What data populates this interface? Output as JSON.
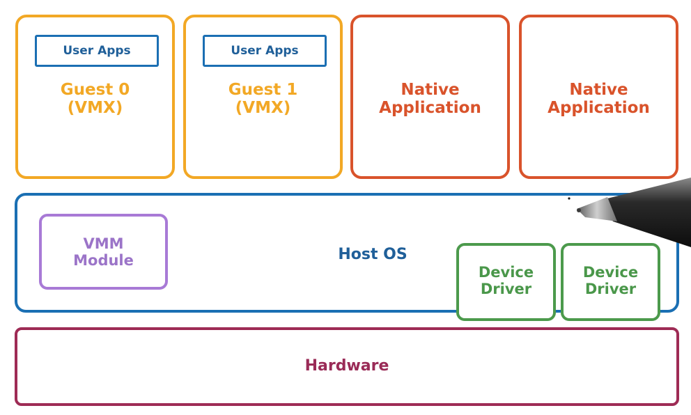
{
  "guests": [
    {
      "user_apps": "User Apps",
      "line1": "Guest 0",
      "line2": "(VMX)"
    },
    {
      "user_apps": "User Apps",
      "line1": "Guest 1",
      "line2": "(VMX)"
    }
  ],
  "native_apps": [
    {
      "line1": "Native",
      "line2": "Application"
    },
    {
      "line1": "Native",
      "line2": "Application"
    }
  ],
  "host_os": {
    "label": "Host OS",
    "vmm_module": {
      "line1": "VMM",
      "line2": "Module"
    },
    "device_drivers": [
      {
        "line1": "Device",
        "line2": "Driver"
      },
      {
        "line1": "Device",
        "line2": "Driver"
      }
    ]
  },
  "hardware": {
    "label": "Hardware"
  },
  "colors": {
    "guest": "#f2a825",
    "user_apps": "#1b6fb3",
    "native": "#d9532b",
    "host_os": "#1a6fb3",
    "vmm": "#a87ad6",
    "driver": "#4c9a4c",
    "hardware": "#9e2b55"
  }
}
